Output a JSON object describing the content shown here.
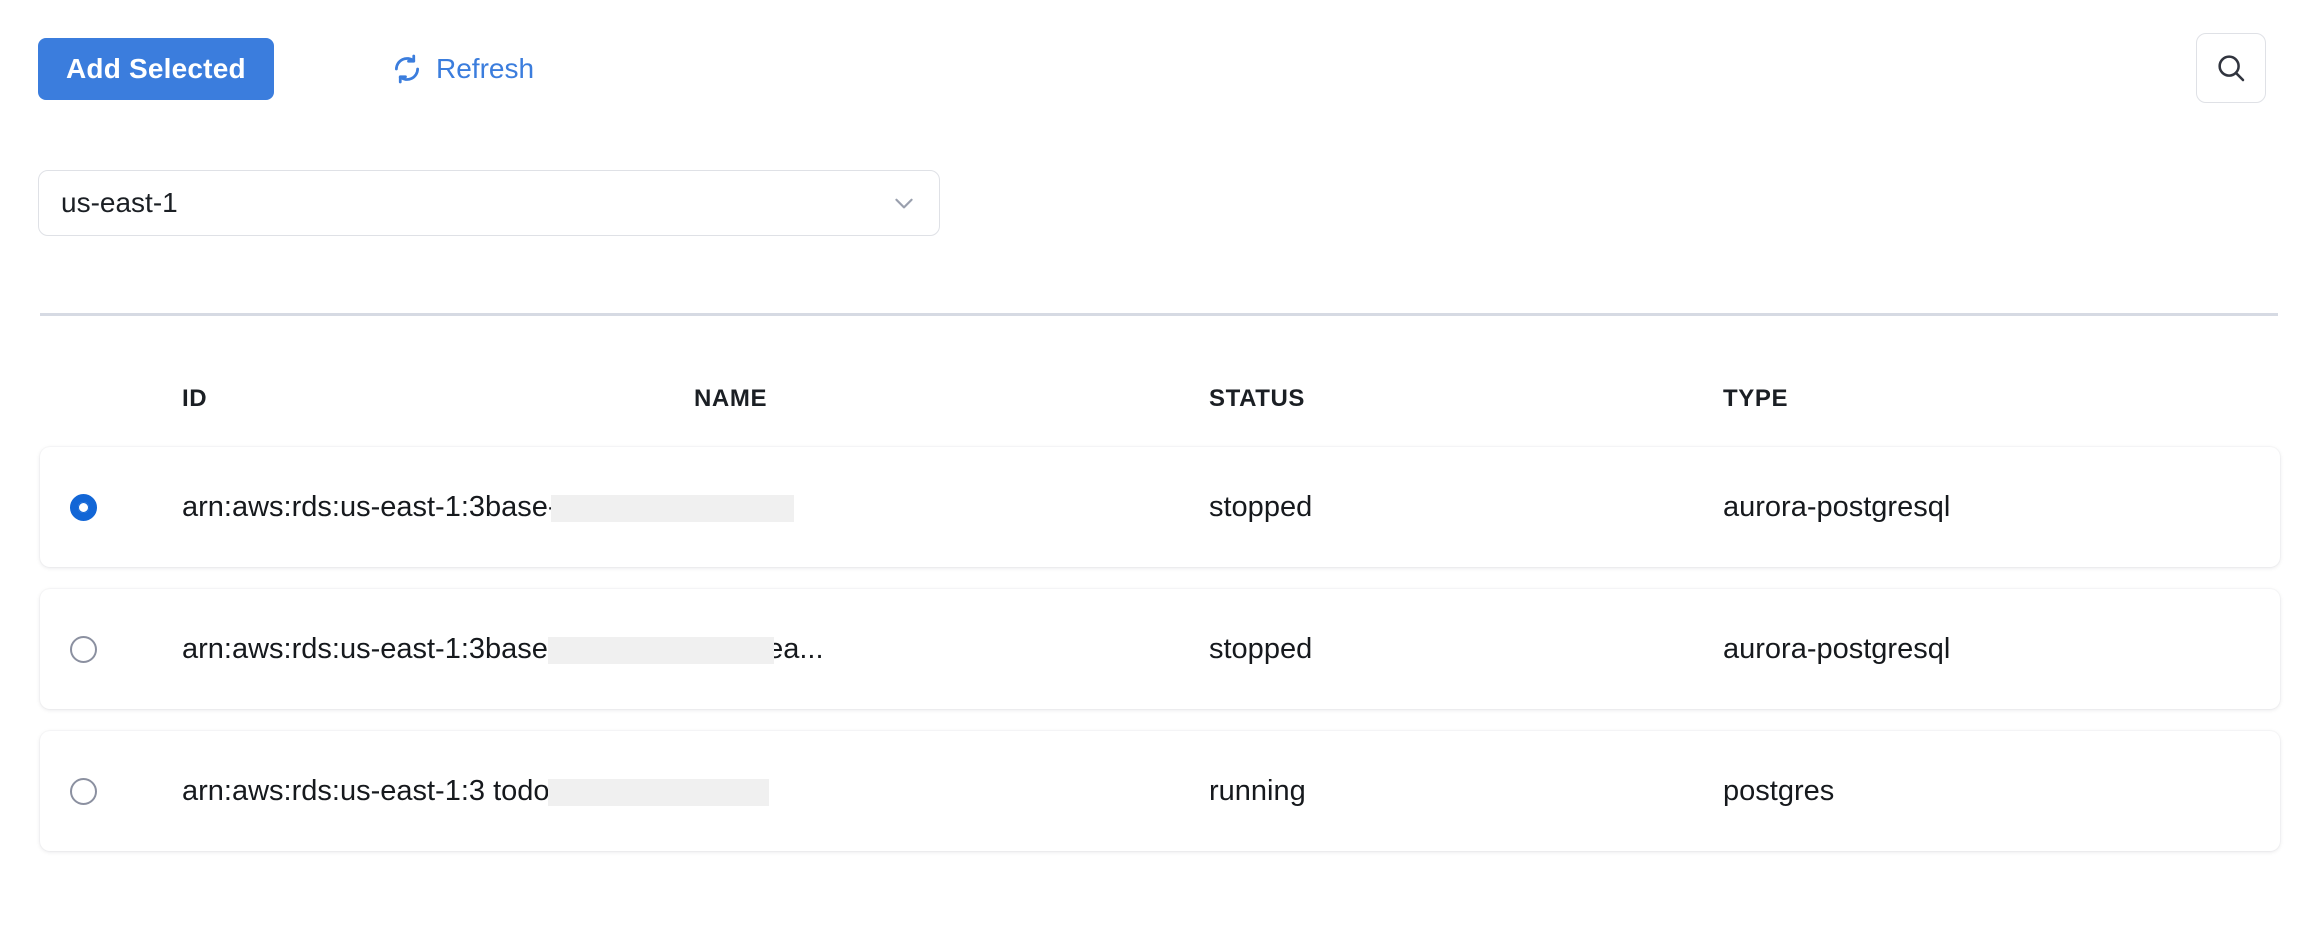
{
  "toolbar": {
    "add_selected_label": "Add Selected",
    "refresh_label": "Refresh",
    "refresh_icon": "refresh-icon",
    "search_icon": "search-icon",
    "accent_color": "#3b7ddd"
  },
  "region_select": {
    "value": "us-east-1",
    "chevron_icon": "chevron-down-icon"
  },
  "table": {
    "columns": [
      {
        "key": "id",
        "label": "ID"
      },
      {
        "key": "name",
        "label": "NAME"
      },
      {
        "key": "status",
        "label": "STATUS"
      },
      {
        "key": "type",
        "label": "TYPE"
      }
    ],
    "rows": [
      {
        "selected": true,
        "id_prefix": "arn:aws:rds:us-east-1:3",
        "id_suffix": "base-1-instance-1",
        "id_redacted": true,
        "status": "stopped",
        "type": "aurora-postgresql"
      },
      {
        "selected": false,
        "id_prefix": "arn:aws:rds:us-east-1:3",
        "id_suffix": "base-1-instance-1-us-ea...",
        "id_redacted": true,
        "status": "stopped",
        "type": "aurora-postgresql"
      },
      {
        "selected": false,
        "id_prefix": "arn:aws:rds:us-east-1:3",
        "id_suffix": " todo-ecs-rds",
        "id_redacted": true,
        "status": "running",
        "type": "postgres"
      }
    ]
  }
}
